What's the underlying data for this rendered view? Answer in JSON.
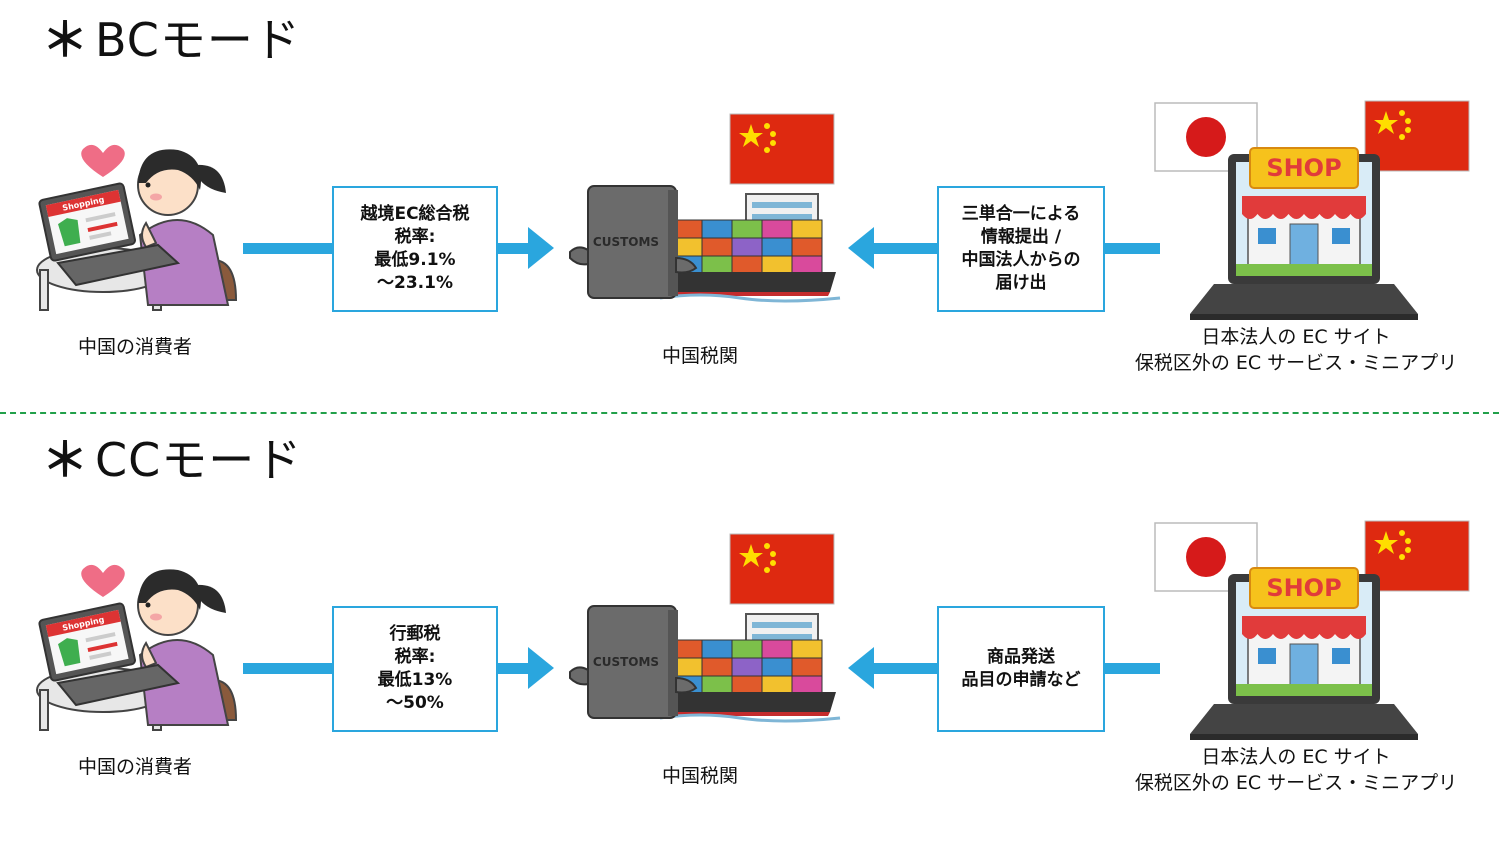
{
  "sections": [
    {
      "mark": "＊",
      "title": "BCモード",
      "consumer_caption": "中国の消費者",
      "tax_box": [
        "越境EC総合税",
        "税率:",
        "最低9.1%",
        "～23.1%"
      ],
      "customs_caption": "中国税関",
      "info_box": [
        "三単合一による",
        "情報提出 /",
        "中国法人からの",
        "届け出"
      ],
      "shop_caption": [
        "日本法人の EC サイト",
        "保税区外の EC サービス・ミニアプリ"
      ]
    },
    {
      "mark": "＊",
      "title": "CCモード",
      "consumer_caption": "中国の消費者",
      "tax_box": [
        "行郵税",
        "税率:",
        "最低13%",
        "～50%"
      ],
      "customs_caption": "中国税関",
      "info_box": [
        "商品発送",
        "品目の申請など"
      ],
      "shop_caption": [
        "日本法人の EC サイト",
        "保税区外の EC サービス・ミニアプリ"
      ]
    }
  ],
  "labels": {
    "laptop_screen_text": "Shopping",
    "customs_text": "CUSTOMS",
    "shop_sign": "SHOP"
  },
  "colors": {
    "arrow": "#2aa6de",
    "divider": "#22a04a",
    "china_flag": "#de2910",
    "shop_sign": "#f6c21c"
  },
  "icons": [
    "consumer-illustration",
    "customs-ship-illustration",
    "japan-flag",
    "china-flag",
    "shop-laptop-illustration"
  ]
}
